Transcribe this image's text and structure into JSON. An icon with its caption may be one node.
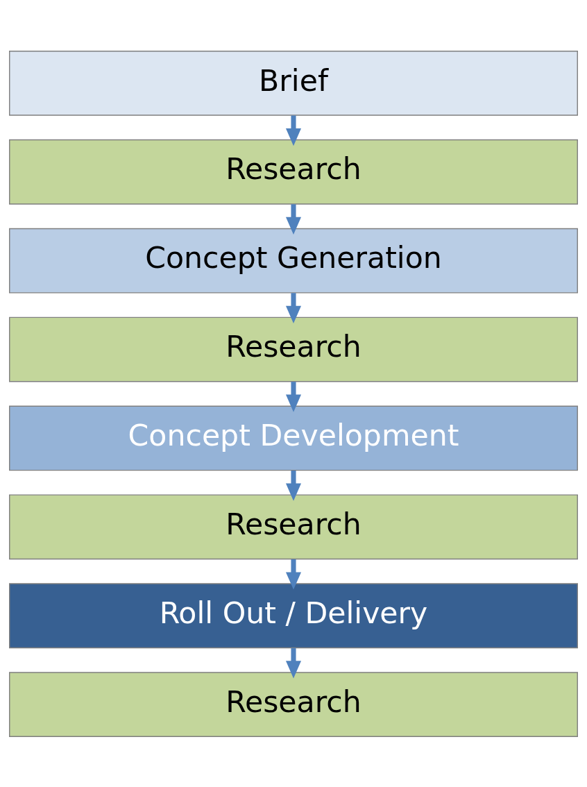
{
  "diagram": {
    "nodes": [
      {
        "text": [
          "Brief"
        ]
      },
      {
        "text": [
          "Research"
        ]
      },
      {
        "text": [
          "Concept Generation"
        ]
      },
      {
        "text": [
          "Research"
        ]
      },
      {
        "text": [
          "Concept Development"
        ]
      },
      {
        "text": [
          "Research"
        ]
      },
      {
        "text": [
          "Roll Out / Delivery"
        ]
      },
      {
        "text": [
          "Research"
        ]
      }
    ],
    "edges": [
      {
        "from": 0,
        "to": 1,
        "arrow": "to"
      },
      {
        "from": 1,
        "to": 2,
        "arrow": "to"
      },
      {
        "from": 2,
        "to": 3,
        "arrow": "to"
      },
      {
        "from": 3,
        "to": 4,
        "arrow": "to"
      },
      {
        "from": 4,
        "to": 5,
        "arrow": "to"
      },
      {
        "from": 5,
        "to": 6,
        "arrow": "to"
      },
      {
        "from": 6,
        "to": 7,
        "arrow": "to"
      }
    ]
  }
}
